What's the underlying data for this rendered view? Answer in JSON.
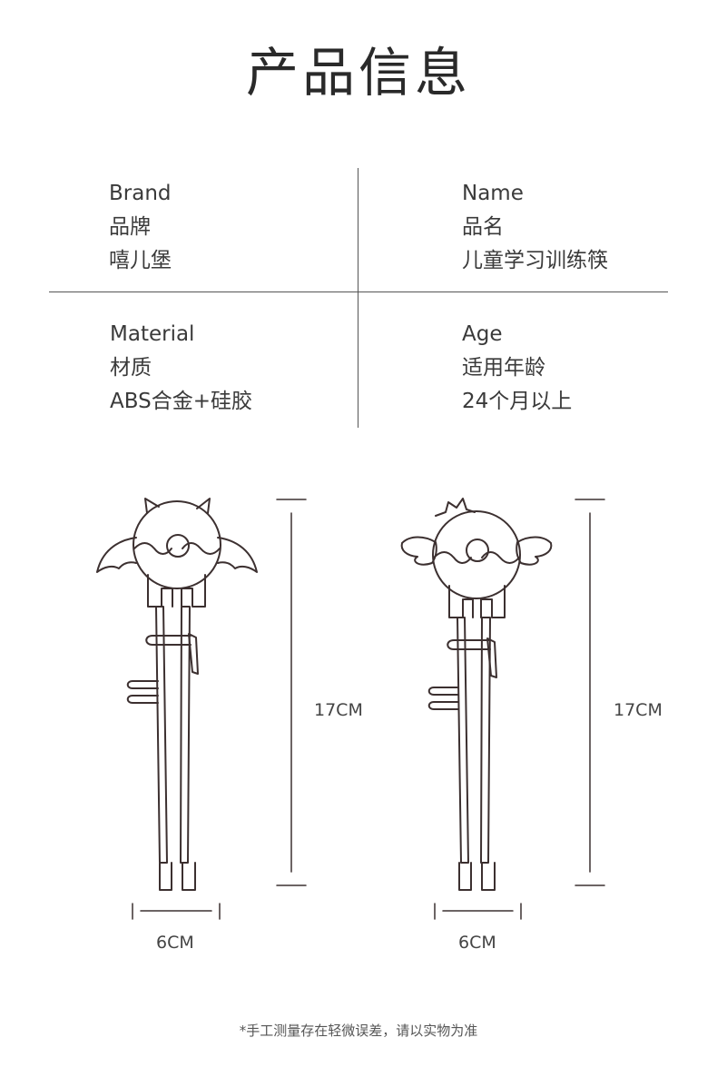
{
  "title": "产品信息",
  "info": {
    "brand": {
      "en": "Brand",
      "cn": "品牌",
      "value": "嘻儿堡"
    },
    "name": {
      "en": "Name",
      "cn": "品名",
      "value": "儿童学习训练筷"
    },
    "material": {
      "en": "Material",
      "cn": "材质",
      "value": "ABS合金+硅胶"
    },
    "age": {
      "en": "Age",
      "cn": "适用年龄",
      "value": "24个月以上"
    }
  },
  "dimensions": {
    "left": {
      "height": "17CM",
      "width": "6CM"
    },
    "right": {
      "height": "17CM",
      "width": "6CM"
    }
  },
  "note": "*手工测量存在轻微误差，请以实物为准",
  "colors": {
    "line": "#3c3030",
    "text": "#333333"
  }
}
